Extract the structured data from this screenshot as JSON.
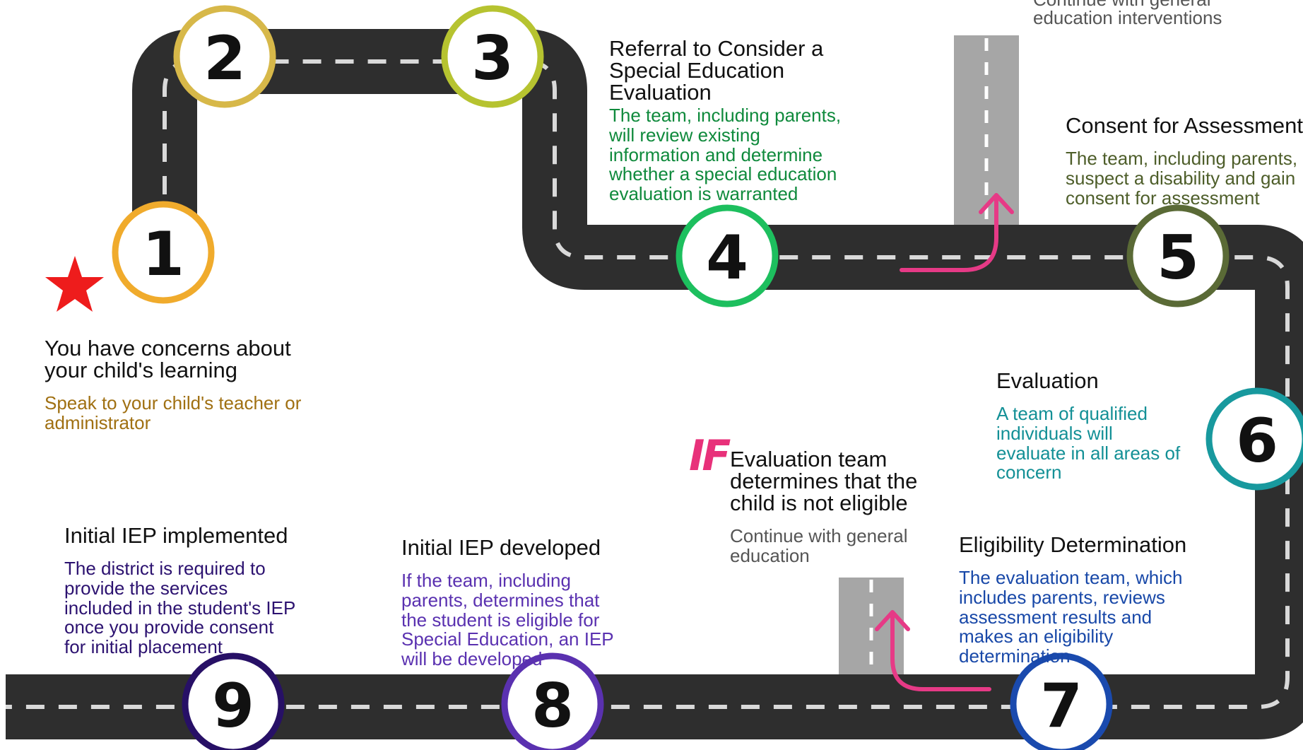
{
  "steps": [
    {
      "number": "1",
      "title": "You have concerns about\n your child's learning",
      "body": "Speak to your child's teacher or\nadministrator",
      "color": "#f0ab2c",
      "body_color": "#a07012"
    },
    {
      "number": "2",
      "title": "",
      "body": "",
      "color": "#d7b849",
      "body_color": ""
    },
    {
      "number": "3",
      "title": "Referral to Consider a\n Special Education\n Evaluation",
      "body": "",
      "color": "#b6c330",
      "body_color": ""
    },
    {
      "number": "4",
      "title": "",
      "body": "The team, including parents,\nwill review existing\n information and determine\n whether a special education\nevaluation is warranted",
      "color": "#1dbf5e",
      "body_color": "#0f8a3c"
    },
    {
      "number": "5",
      "title": "Consent for Assessment",
      "body": "The team, including parents,\nsuspect a disability and gain\nconsent for assessment",
      "color": "#5a6a36",
      "body_color": "#4e5e2a"
    },
    {
      "number": "6",
      "title": "Evaluation",
      "body": "A team of qualified\n individuals will\nevaluate  in all areas of\nconcern",
      "color": "#18999e",
      "body_color": "#139096"
    },
    {
      "number": "7",
      "title": "Eligibility Determination",
      "body": "The evaluation team, which\n includes parents, reviews\n assessment results and\n makes an eligibility\n determination",
      "color": "#1a4aae",
      "body_color": "#1848a8"
    },
    {
      "number": "8",
      "title": "Initial IEP developed",
      "body": "If the team, including\n parents, determines that\nthe student is eligible for\n Special Education, an IEP\nwill be developed",
      "color": "#5a31b0",
      "body_color": "#5a31b0"
    },
    {
      "number": "9",
      "title": "Initial IEP implemented",
      "body": "The district is required to\n provide the services\n included in the student's IEP\nonce you provide consent\n for initial placement",
      "color": "#271066",
      "body_color": "#2c1270"
    }
  ],
  "branch_top": {
    "text": "Continue with general\n education interventions",
    "color": "#555555"
  },
  "branch_bottom": {
    "if_label": "IF",
    "title": "Evaluation team\n determines that the\n child is not eligible",
    "body": "Continue with general\n education",
    "color": "#555555"
  },
  "colors": {
    "road": "#2e2e2e",
    "dash": "#d9d9d9",
    "side_road": "#a6a6a6",
    "arrow": "#e63a86",
    "star": "#ee1c1c"
  }
}
